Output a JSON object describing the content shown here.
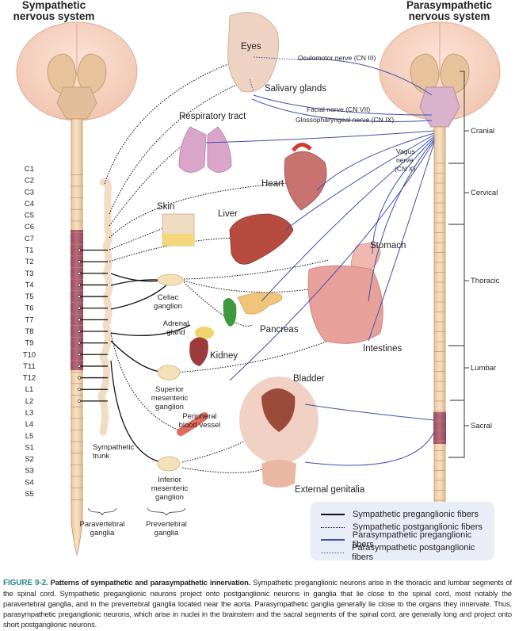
{
  "titles": {
    "sympathetic": [
      "Sympathetic",
      "nervous system"
    ],
    "parasympathetic": [
      "Parasympathetic",
      "nervous system"
    ]
  },
  "spinal_segments": [
    "C1",
    "C2",
    "C3",
    "C4",
    "C5",
    "C6",
    "C7",
    "T1",
    "T2",
    "T3",
    "T4",
    "T5",
    "T6",
    "T7",
    "T8",
    "T9",
    "T10",
    "T11",
    "T12",
    "L1",
    "L2",
    "L3",
    "L4",
    "L5",
    "S1",
    "S2",
    "S3",
    "S4",
    "S5"
  ],
  "region_labels": [
    "Cranial",
    "Cervical",
    "Thoracic",
    "Lumbar",
    "Sacral"
  ],
  "organs": {
    "eyes": "Eyes",
    "salivary": "Salivary glands",
    "respiratory": "Respiratory tract",
    "heart": "Heart",
    "skin": "Skin",
    "liver": "Liver",
    "stomach": "Stomach",
    "pancreas": "Pancreas",
    "intestines": "Intestines",
    "kidney": "Kidney",
    "bladder": "Bladder",
    "genitalia": "External genitalia"
  },
  "structures": {
    "celiac": [
      "Celiac",
      "ganglion"
    ],
    "adrenal": [
      "Adrenal",
      "gland"
    ],
    "superior_mesenteric": [
      "Superior",
      "mesenteric",
      "ganglion"
    ],
    "peripheral_vessel": [
      "Peripheral",
      "blood vessel"
    ],
    "inferior_mesenteric": [
      "Inferior",
      "mesenteric",
      "ganglion"
    ],
    "sympathetic_trunk": [
      "Sympathetic",
      "trunk"
    ],
    "paravertebral": [
      "Paravertebral",
      "ganglia"
    ],
    "prevertebral": [
      "Prevertebral",
      "ganglia"
    ]
  },
  "nerves": {
    "cn3": "Oculomotor nerve (CN III)",
    "cn7": "Facial nerve (CN VII)",
    "cn9": "Glossopharyngeal nerve (CN IX)",
    "vagus": [
      "Vagus",
      "nerve",
      "(CN X)"
    ]
  },
  "legend": [
    {
      "label": "Sympathetic preganglionic fibers",
      "color": "#111111",
      "style": "solid"
    },
    {
      "label": "Sympathetic postganglionic fibers",
      "color": "#111111",
      "style": "dotted"
    },
    {
      "label": "Parasympathetic preganglionic fibers",
      "color": "#3d4fb0",
      "style": "solid"
    },
    {
      "label": "Parasympathetic postganglionic fibers",
      "color": "#3d4fb0",
      "style": "dotted"
    }
  ],
  "caption": {
    "figure_number": "FIGURE 9-2.",
    "heading": "Patterns of sympathetic and parasympathetic innervation.",
    "body": "Sympathetic preganglionic neurons arise in the thoracic and lumbar segments of the spinal cord. Sympathetic preganglionic neurons project onto postganglionic neurons in ganglia that lie close to the spinal cord, most notably the paravertebral ganglia, and in the prevertebral ganglia located near the aorta. Parasympathetic ganglia generally lie close to the organs they innervate. Thus, parasympathetic preganglionic neurons, which arise in nuclei in the brainstem and the sacral segments of the spinal cord, are generally long and project onto short postganglionic neurons."
  },
  "colors": {
    "sympathetic": "#111111",
    "parasympathetic": "#3d4fb0",
    "caption_accent": "#2a8a8a",
    "legend_bg": "#e9edf5"
  }
}
